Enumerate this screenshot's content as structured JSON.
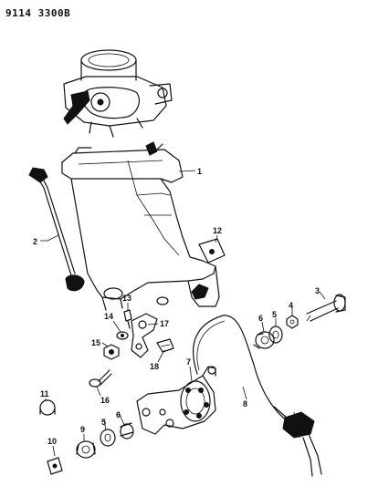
{
  "header": {
    "document_number": "9114 3300B"
  },
  "callouts": [
    "1",
    "2",
    "3",
    "4",
    "5",
    "6",
    "7",
    "8",
    "9",
    "10",
    "11",
    "12",
    "13",
    "14",
    "15",
    "16",
    "17",
    "18",
    "5",
    "6"
  ]
}
